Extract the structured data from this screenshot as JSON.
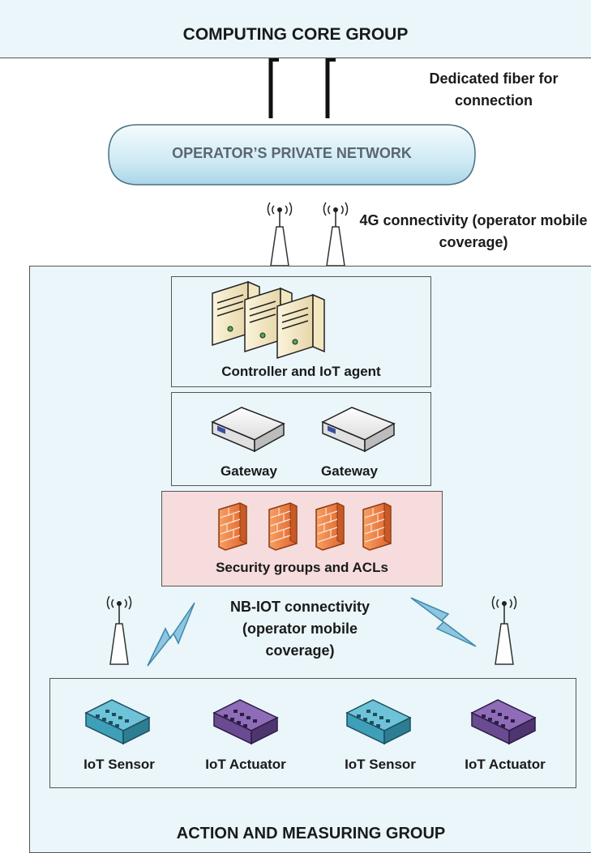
{
  "colors": {
    "panel_fill": "#eaf6fa",
    "security_fill": "#f6dcdc",
    "cloud_fill": "#d3edf6",
    "signal_bolt": "#7fbfdc",
    "sensor_color": "#4aa8c0",
    "actuator_color": "#6a4a90"
  },
  "core": {
    "title": "COMPUTING CORE GROUP"
  },
  "fiber": {
    "label": "Dedicated fiber for connection"
  },
  "network": {
    "title": "OPERATOR’S  PRIVATE  NETWORK"
  },
  "connectivity_4g": {
    "label": "4G connectivity (operator mobile coverage)"
  },
  "controller": {
    "label": "Controller and IoT agent",
    "icon": "server-icon"
  },
  "gateways": {
    "icon": "gateway-icon",
    "items": [
      {
        "label": "Gateway"
      },
      {
        "label": "Gateway"
      }
    ]
  },
  "security": {
    "label": "Security groups and ACLs",
    "icon": "firewall-icon"
  },
  "nbiot": {
    "label": "NB-IOT connectivity (operator mobile coverage)"
  },
  "devices": [
    {
      "label": "IoT Sensor",
      "kind": "sensor"
    },
    {
      "label": "IoT Actuator",
      "kind": "actuator"
    },
    {
      "label": "IoT Sensor",
      "kind": "sensor"
    },
    {
      "label": "IoT Actuator",
      "kind": "actuator"
    }
  ],
  "action_group": {
    "title": "ACTION AND MEASURING GROUP"
  }
}
